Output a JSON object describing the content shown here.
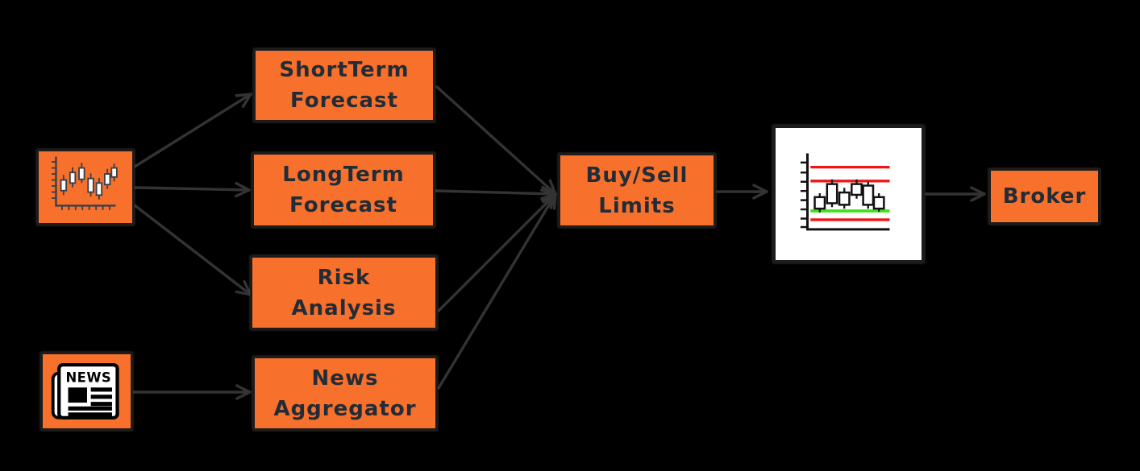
{
  "diagram": {
    "type": "flowchart",
    "background": "#000000",
    "nodes": {
      "market_data": {
        "icon": "candlestick-chart-icon"
      },
      "news_source": {
        "icon": "newspaper-icon",
        "label": "NEWS"
      },
      "short_term": {
        "lines": [
          "ShortTerm",
          "Forecast"
        ]
      },
      "long_term": {
        "lines": [
          "LongTerm",
          "Forecast"
        ]
      },
      "risk": {
        "lines": [
          "Risk",
          "Analysis"
        ]
      },
      "news_agg": {
        "lines": [
          "News",
          "Aggregator"
        ]
      },
      "buy_sell": {
        "lines": [
          "Buy/Sell",
          "Limits"
        ]
      },
      "order_chart": {
        "icon": "price-chart-with-limit-lines-icon"
      },
      "broker": {
        "label": "Broker"
      }
    },
    "edges": [
      {
        "from": "market-data",
        "to": "short-term-forecast"
      },
      {
        "from": "market-data",
        "to": "long-term-forecast"
      },
      {
        "from": "market-data",
        "to": "risk-analysis"
      },
      {
        "from": "news-source",
        "to": "news-aggregator"
      },
      {
        "from": "short-term-forecast",
        "to": "buy-sell-limits"
      },
      {
        "from": "long-term-forecast",
        "to": "buy-sell-limits"
      },
      {
        "from": "risk-analysis",
        "to": "buy-sell-limits"
      },
      {
        "from": "news-aggregator",
        "to": "buy-sell-limits"
      },
      {
        "from": "buy-sell-limits",
        "to": "order-chart"
      },
      {
        "from": "order-chart",
        "to": "broker"
      }
    ],
    "colors": {
      "background": "#000000",
      "node_fill": "#F7702C",
      "node_border": "#1C1C1C",
      "label_text": "#222C36",
      "arrow": "#333333",
      "icon_stroke": "#3A4149",
      "chart_box_fill": "#FFFFFF",
      "chart_stroke": "#121212",
      "limit_red": "#F01414",
      "limit_green": "#3EE214"
    }
  }
}
